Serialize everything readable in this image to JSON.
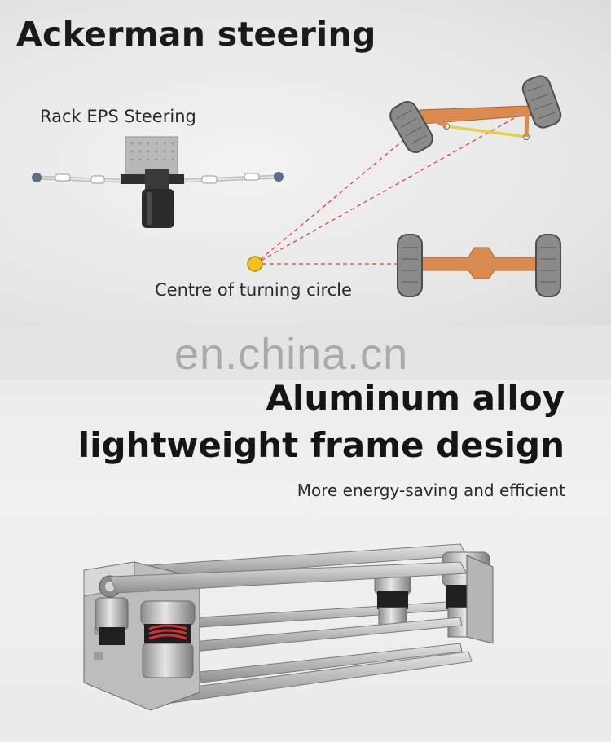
{
  "header": {
    "title": "Ackerman steering"
  },
  "steering_diagram": {
    "rack_label": "Rack EPS Steering",
    "centre_label": "Centre of turning circle"
  },
  "watermark": {
    "text": "en.china.cn"
  },
  "frame_section": {
    "headline_line1": "Aluminum alloy",
    "headline_line2": "lightweight frame design",
    "subtitle": "More energy-saving and efficient"
  },
  "colors": {
    "axle": "#d98b52",
    "tie_rod": "#e2d04a",
    "dashed_line": "#e0413f",
    "turning_centre": "#f2c21b",
    "tire": "#8a8a8a"
  }
}
